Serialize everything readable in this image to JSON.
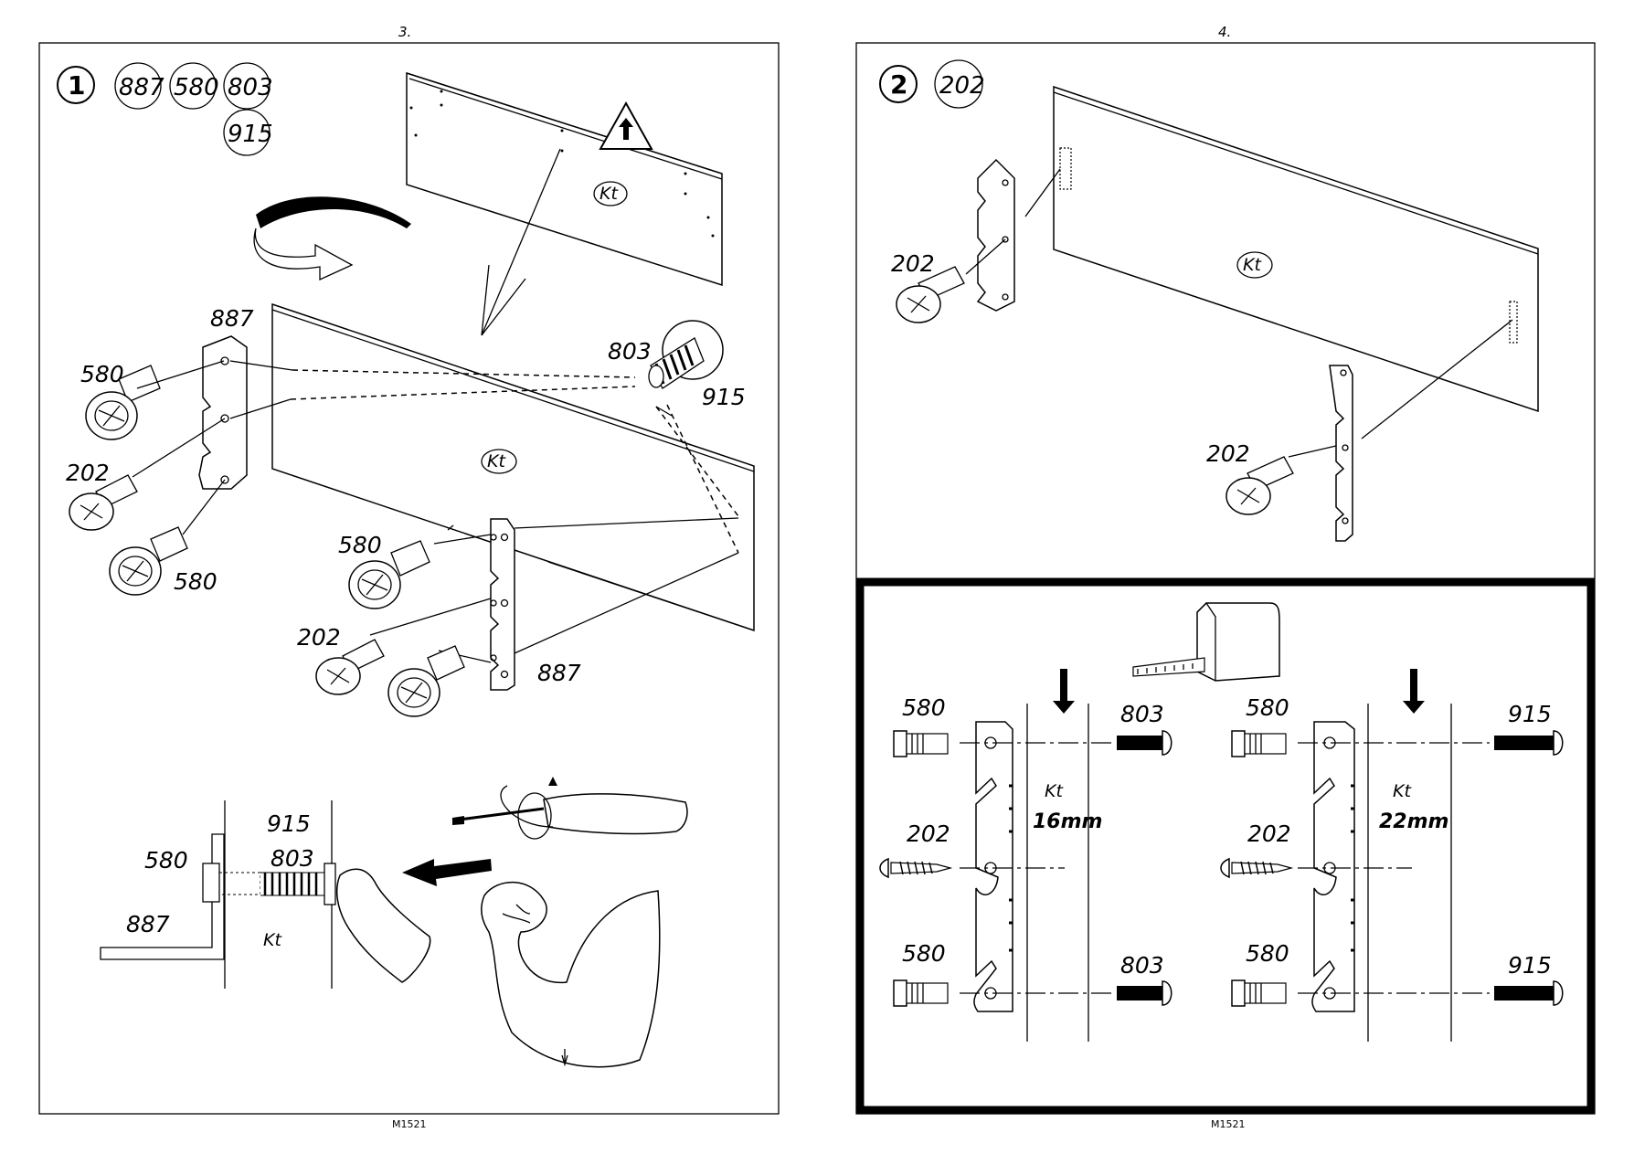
{
  "left_page": {
    "page_number": "3.",
    "footer": "M1521",
    "step": {
      "number": "1",
      "parts": [
        "887",
        "580",
        "803",
        "915"
      ]
    },
    "panel_label": "Kt",
    "labels": {
      "bracket_top": "887",
      "dowel_top": "580",
      "screw_left": "202",
      "dowel_bottom": "580",
      "bolt": "803",
      "bolt_alt": "915",
      "dowel_mid": "580",
      "screw_mid": "202",
      "bracket_bottom": "887"
    },
    "detail": {
      "label_915": "915",
      "label_803": "803",
      "label_580": "580",
      "label_887": "887",
      "label_kt": "Kt"
    }
  },
  "right_page": {
    "page_number": "4.",
    "footer": "M1521",
    "step": {
      "number": "2",
      "parts": [
        "202"
      ]
    },
    "panel_label": "Kt",
    "labels": {
      "screw_top": "202",
      "screw_bottom": "202"
    },
    "spec": {
      "left": {
        "dowel_top": "580",
        "bolt_top": "803",
        "screw": "202",
        "dowel_bottom": "580",
        "bolt_bottom": "803",
        "panel": "Kt",
        "thickness": "16mm"
      },
      "right": {
        "dowel_top": "580",
        "bolt_top": "915",
        "screw": "202",
        "dowel_bottom": "580",
        "bolt_bottom": "915",
        "panel": "Kt",
        "thickness": "22mm"
      }
    }
  },
  "icons": [
    "rotate-arrow-icon",
    "warning-up-icon",
    "push-arrow-icon",
    "screwdriver-icon",
    "muscle-arm-icon",
    "tape-measure-icon",
    "down-arrow-icon"
  ]
}
